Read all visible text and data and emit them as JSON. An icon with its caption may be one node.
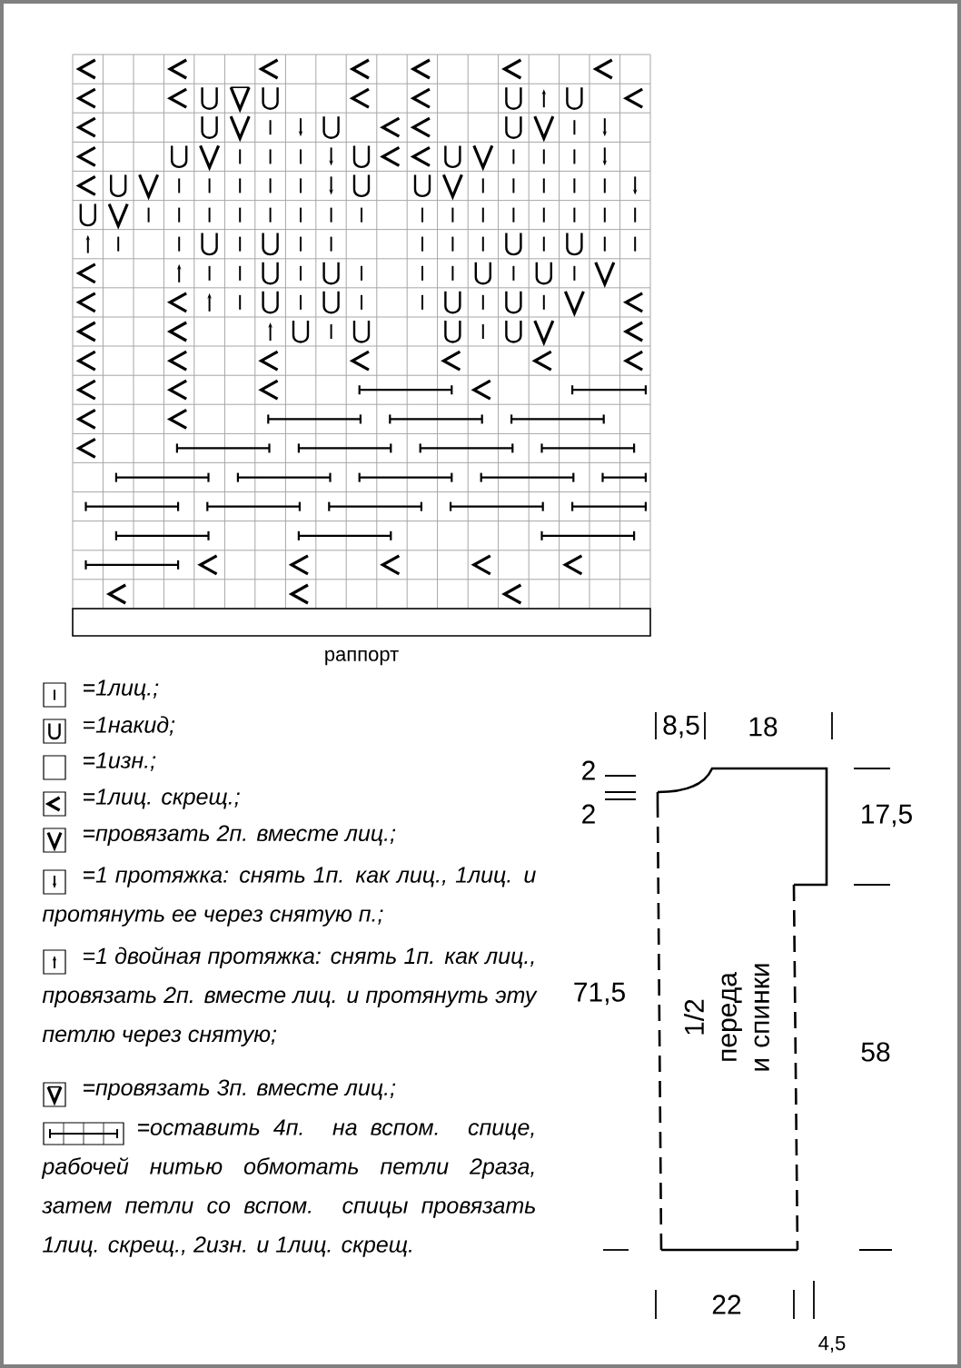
{
  "diagram": {
    "nodes": [
      {
        "text": [
          "1/2 переда и спинки"
        ]
      }
    ],
    "labels": [
      "раппорт",
      "8,5",
      "18",
      "2",
      "2",
      "17,5",
      "71,5",
      "58",
      "22",
      "4,5"
    ],
    "legend": [
      {
        "text": "=1лиц.;"
      },
      {
        "text": "=1накид;"
      },
      {
        "text": "=1изн.;"
      },
      {
        "text": "=1лиц. скрещ.;"
      },
      {
        "text": "=провязать 2п. вместе лиц.;"
      },
      {
        "text": "=1 протяжка: снять 1п. как лиц., 1лиц. и протянуть ее через снятую п.;"
      },
      {
        "text": "=1 двойная протяжка: снять 1п. как лиц., провязать 2п. вместе лиц. и протянуть эту петлю через снятую;"
      },
      {
        "text": "=провязать 3п. вместе лиц.;"
      },
      {
        "text": "=оставить 4п. на вспом. спице, рабочей нитью обмотать петли 2раза, затем петли со вспом. спицы провязать 1лиц. скрещ., 2изн. и 1лиц. скрещ."
      }
    ]
  }
}
